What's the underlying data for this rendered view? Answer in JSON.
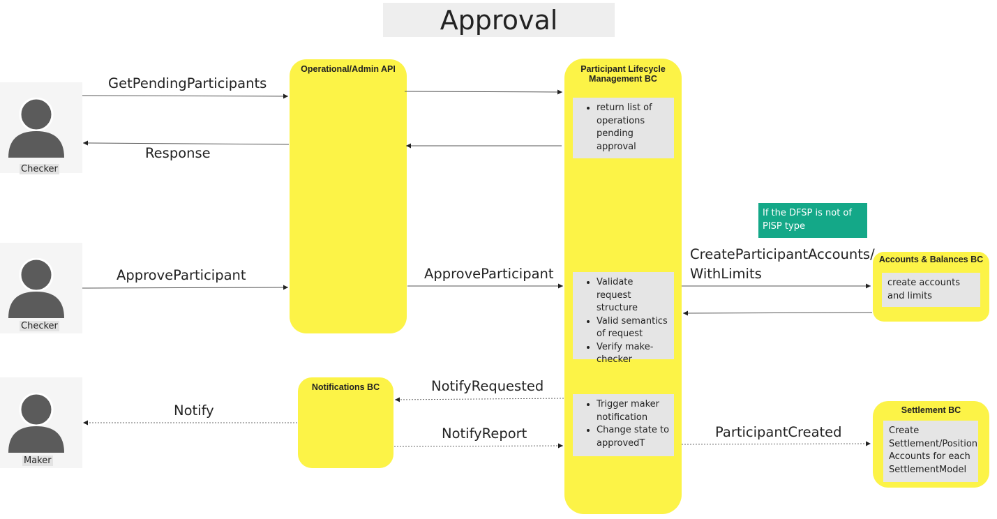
{
  "title": "Approval",
  "actors": [
    {
      "label": "Checker"
    },
    {
      "label": "Checker"
    },
    {
      "label": "Maker"
    }
  ],
  "lanes": {
    "ops_api": {
      "title": "Operational/Admin API"
    },
    "plm": {
      "title_line1": "Participant Lifecycle",
      "title_line2": "Management BC"
    },
    "notifications": {
      "title": "Notifications BC"
    },
    "accounts": {
      "title": "Accounts & Balances BC"
    },
    "settlement": {
      "title": "Settlement BC"
    }
  },
  "notes": {
    "pending": [
      "return list of operations pending approval"
    ],
    "validate": [
      "Validate request structure",
      "Valid semantics of request",
      "Verify make-checker"
    ],
    "trigger": [
      "Trigger maker notification",
      "Change state to approvedT"
    ],
    "accounts": "create accounts and limits",
    "settlement": "Create Settlement/Position Accounts for each SettlementModel"
  },
  "condition": "If the DFSP is not of PISP type",
  "messages": {
    "get_pending": "GetPendingParticipants",
    "response": "Response",
    "approve_left": "ApproveParticipant",
    "approve_right": "ApproveParticipant",
    "create_accounts_line1": "CreateParticipantAccounts/",
    "create_accounts_line2": "WithLimits",
    "notify_requested": "NotifyRequested",
    "notify": "Notify",
    "notify_report": "NotifyReport",
    "participant_created": "ParticipantCreated"
  },
  "colors": {
    "lane_yellow": "#fcf347",
    "note_gray": "#e5e5e5",
    "condition_green": "#14a888",
    "actor_gray": "#5b5b5b"
  }
}
